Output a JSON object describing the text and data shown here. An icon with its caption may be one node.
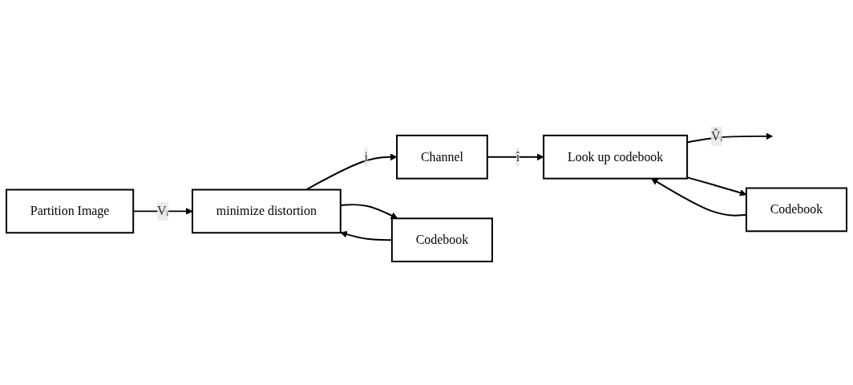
{
  "diagram": {
    "nodes": [
      {
        "text": [
          "Partition Image"
        ]
      },
      {
        "text": [
          "minimize distortion"
        ]
      },
      {
        "text": [
          "Channel"
        ]
      },
      {
        "text": [
          "Look up codebook"
        ]
      },
      {
        "text": [
          "Codebook"
        ]
      },
      {
        "text": [
          "Codebook"
        ]
      }
    ],
    "edges": [
      {
        "from": 0,
        "to": 1,
        "arrow": "to",
        "label": "Vᵢ"
      },
      {
        "from": 1,
        "to": 2,
        "arrow": "to",
        "label": "i"
      },
      {
        "from": 2,
        "to": 3,
        "arrow": "to",
        "label": "î"
      },
      {
        "from": 3,
        "to": null,
        "arrow": "to",
        "label": "V̂ᵢ"
      },
      {
        "from": 1,
        "to": 4,
        "arrow": "to"
      },
      {
        "from": 4,
        "to": 1,
        "arrow": "to"
      },
      {
        "from": 3,
        "to": 5,
        "arrow": "to"
      },
      {
        "from": 5,
        "to": 3,
        "arrow": "to"
      }
    ]
  }
}
